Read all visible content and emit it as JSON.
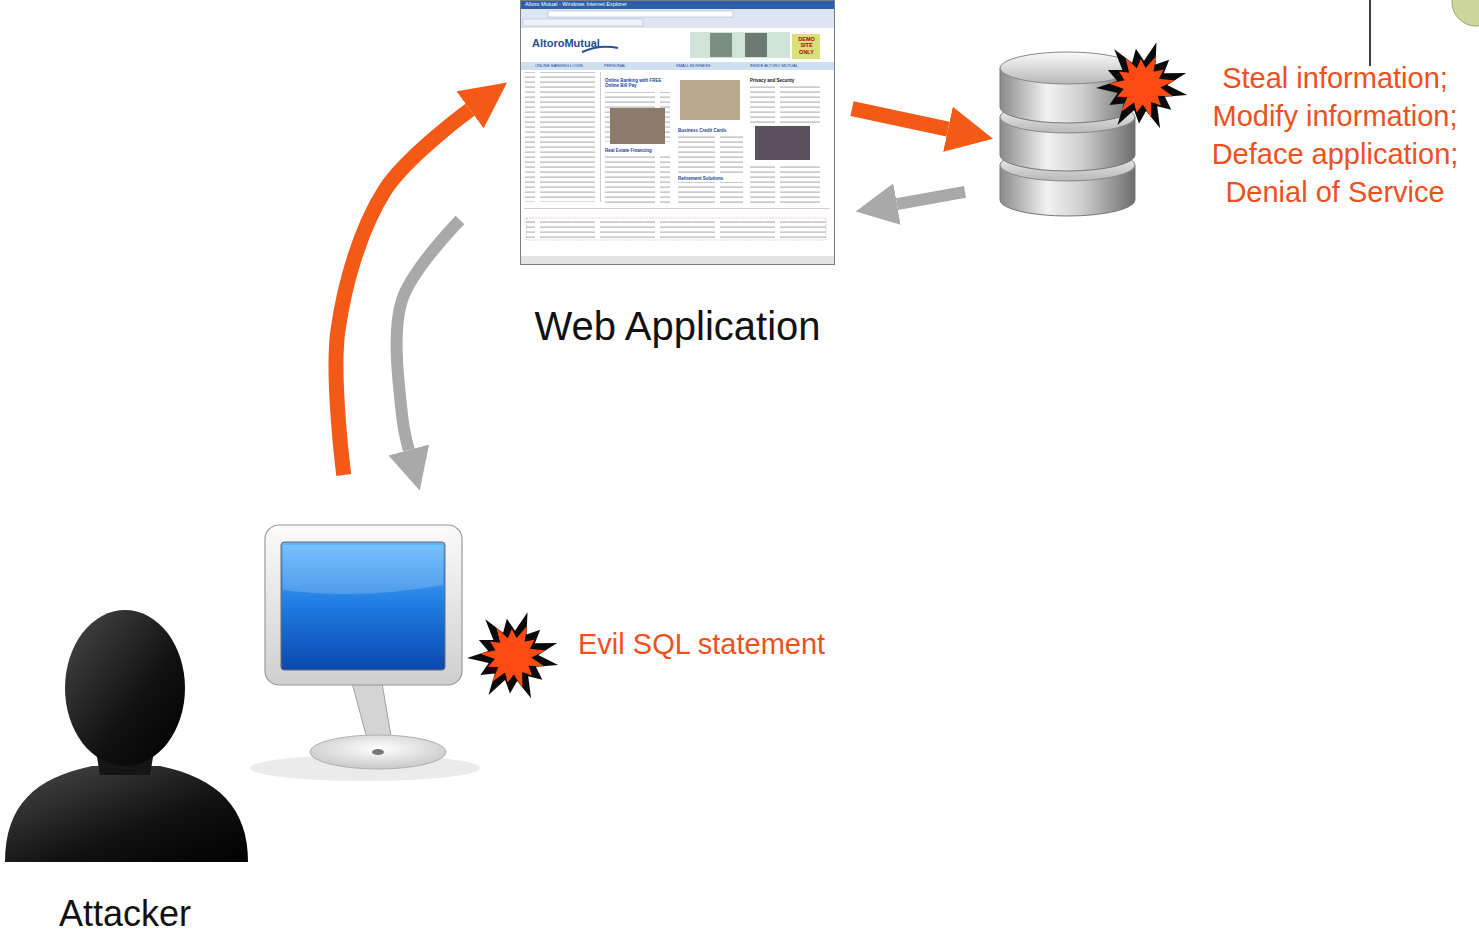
{
  "diagram": {
    "nodes": [
      {
        "text": [
          "Evil SQL statement"
        ]
      },
      {
        "text": [
          "Web Application"
        ]
      },
      {
        "text": [
          "Steal information; Modify information; Deface application; Denial of Service"
        ]
      }
    ],
    "edges": [
      {
        "from": 0,
        "to": 1,
        "arrow": "to"
      },
      {
        "from": 1,
        "to": 0,
        "arrow": "to"
      },
      {
        "from": 1,
        "to": 2,
        "arrow": "to"
      },
      {
        "from": 2,
        "to": 1,
        "arrow": "to"
      }
    ],
    "labels": [
      "Attacker",
      "Altoro Mutual - Windows Internet Explorer",
      "AltoroMutual",
      "DEMO SITE ONLY",
      "ONLINE BANKING LOGIN",
      "PERSONAL",
      "SMALL BUSINESS",
      "INSIDE ALTORO MUTUAL",
      "Online Banking with FREE Online Bill Pay",
      "Privacy and Security",
      "Real Estate Financing",
      "Business Credit Cards",
      "Retirement Solutions"
    ]
  }
}
